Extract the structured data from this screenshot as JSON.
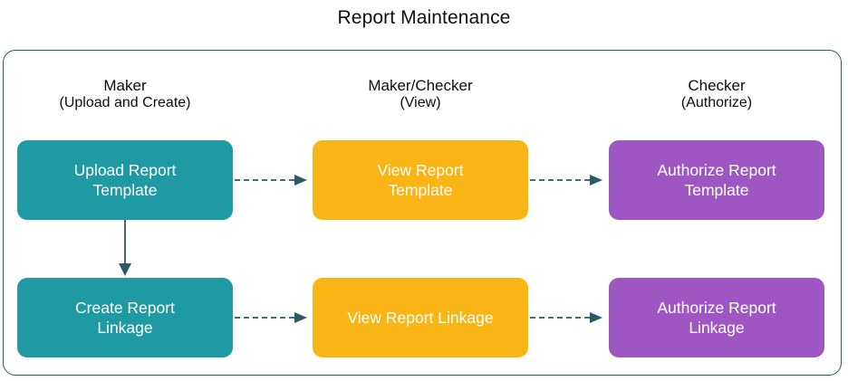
{
  "title": "Report Maintenance",
  "theme": {
    "teal": "#1f9aa2",
    "amber": "#f9b515",
    "purple": "#9d56c2",
    "connector": "#2d5a67",
    "frame_border": "#2d5a67",
    "node_text": "#ffffff",
    "page_text": "#101010",
    "background": "#ffffff"
  },
  "columns": [
    {
      "role": "Maker",
      "action": "(Upload and Create)"
    },
    {
      "role": "Maker/Checker",
      "action": "(View)"
    },
    {
      "role": "Checker",
      "action": "(Authorize)"
    }
  ],
  "rows": [
    {
      "name": "template-flow",
      "nodes": [
        {
          "label": "Upload Report\nTemplate",
          "color_key": "teal"
        },
        {
          "label": "View Report\nTemplate",
          "color_key": "amber"
        },
        {
          "label": "Authorize Report\nTemplate",
          "color_key": "purple"
        }
      ]
    },
    {
      "name": "linkage-flow",
      "nodes": [
        {
          "label": "Create Report\nLinkage",
          "color_key": "teal"
        },
        {
          "label": "View Report Linkage",
          "color_key": "amber"
        },
        {
          "label": "Authorize Report\nLinkage",
          "color_key": "purple"
        }
      ]
    }
  ],
  "connectors": {
    "horizontal_style": "dashed-arrow",
    "vertical_style": "solid-arrow",
    "count_horizontal": 4,
    "count_vertical": 1
  }
}
